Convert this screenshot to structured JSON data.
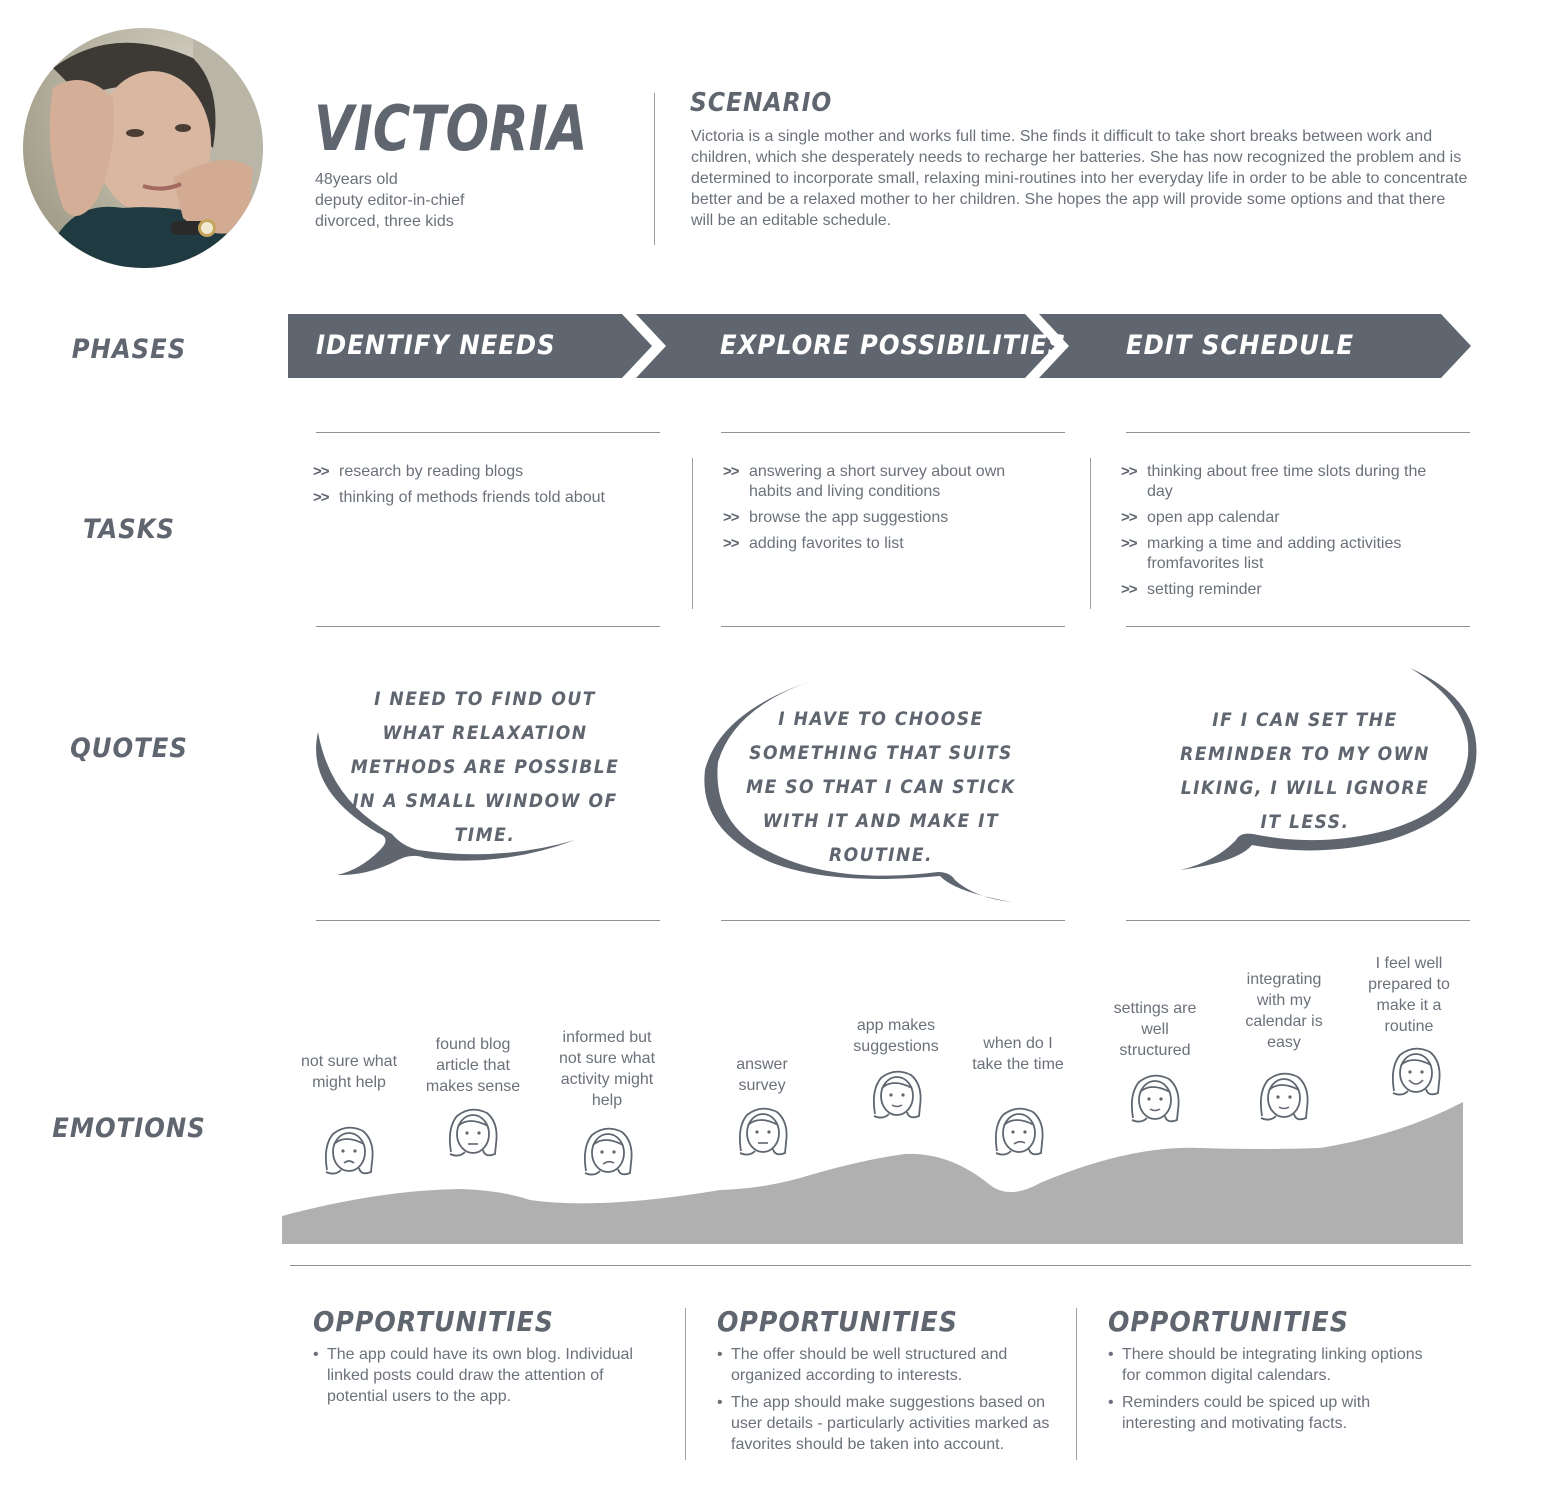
{
  "persona": {
    "name": "VICTORIA",
    "age": "48years old",
    "role": "deputy editor-in-chief",
    "family": "divorced, three kids"
  },
  "scenario": {
    "title": "SCENARIO",
    "text": "Victoria is a single mother and works full time. She finds it difficult to take short breaks between work and children, which she desperately needs to recharge her batteries. She has now recognized the problem and is determined to incorporate small, relaxing mini-routines into her everyday life in order to be able to concentrate better and be a relaxed mother to her children. She hopes the app will provide some options and that there will be an editable schedule."
  },
  "row_labels": {
    "phases": "PHASES",
    "tasks": "TASKS",
    "quotes": "QUOTES",
    "emotions": "EMOTIONS"
  },
  "phases": [
    "IDENTIFY NEEDS",
    "EXPLORE POSSIBILITIES",
    "EDIT SCHEDULE"
  ],
  "tasks": {
    "bullet": ">>",
    "columns": [
      [
        "research by reading blogs",
        "thinking of methods friends told about"
      ],
      [
        "answering a short survey about own habits and living conditions",
        "browse the app suggestions",
        "adding favorites to list"
      ],
      [
        "thinking about free time slots during the day",
        "open app calendar",
        "marking a time and adding activities fromfavorites list",
        "setting reminder"
      ]
    ]
  },
  "quotes": [
    "I NEED TO FIND OUT WHAT RELAXATION METHODS ARE POSSIBLE IN A SMALL WINDOW OF TIME.",
    "I HAVE TO CHOOSE SOMETHING THAT SUITS ME SO THAT I CAN STICK WITH IT AND MAKE IT ROUTINE.",
    "IF I CAN SET THE REMINDER TO MY OWN LIKING, I WILL IGNORE IT LESS."
  ],
  "emotions": [
    {
      "label": "not sure what might help",
      "mood": "sad"
    },
    {
      "label": "found blog article that makes sense",
      "mood": "neutral"
    },
    {
      "label": "informed but not sure what activity might help",
      "mood": "unsure"
    },
    {
      "label": "answer survey",
      "mood": "neutral"
    },
    {
      "label": "app makes suggestions",
      "mood": "content"
    },
    {
      "label": "when do I take the time",
      "mood": "unsure"
    },
    {
      "label": "settings are well structured",
      "mood": "content"
    },
    {
      "label": "integrating with my calendar is easy",
      "mood": "content"
    },
    {
      "label": "I feel well prepared to make it a routine",
      "mood": "happy"
    }
  ],
  "opportunities": {
    "title": "OPPORTUNITIES",
    "bullet": "•",
    "columns": [
      [
        "The app could have its own blog. Individual linked posts could draw the attention of potential users to the app."
      ],
      [
        "The offer should be well structured and organized according to interests.",
        "The app should make suggestions based on user details - particularly activities marked as favorites should be taken into account."
      ],
      [
        "There should be integrating linking options for common digital calendars.",
        "Reminders could be spiced up with interesting and motivating facts."
      ]
    ]
  },
  "colors": {
    "phase_fill": "#5f6670",
    "text_dark": "#5f6670",
    "emotion_area": "#b0b0b0"
  }
}
